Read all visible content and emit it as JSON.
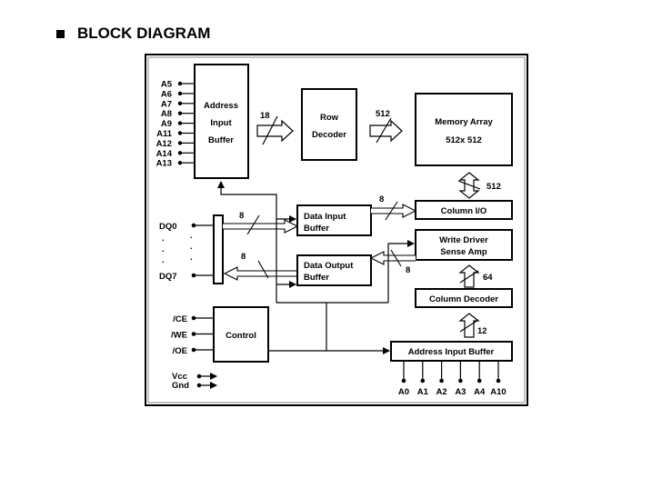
{
  "heading": {
    "bullet": "square-bullet",
    "title": "BLOCK DIAGRAM"
  },
  "blocks": {
    "address_input_buffer_top": [
      "Address",
      "Input",
      "Buffer"
    ],
    "row_decoder": [
      "Row",
      "Decoder"
    ],
    "memory_array": [
      "Memory Array",
      "512x 512"
    ],
    "column_io": "Column I/O",
    "write_driver": [
      "Write Driver",
      "Sense Amp"
    ],
    "data_input_buffer": [
      "Data Input",
      "Buffer"
    ],
    "data_output_buffer": [
      "Data Output",
      "Buffer"
    ],
    "column_decoder": "Column Decoder",
    "control": "Control",
    "address_input_buffer_bottom": "Address Input Buffer"
  },
  "pins": {
    "row_address": [
      "A5",
      "A6",
      "A7",
      "A8",
      "A9",
      "A11",
      "A12",
      "A14",
      "A13"
    ],
    "data": {
      "first": "DQ0",
      "last": "DQ7",
      "ellipsis": "."
    },
    "control": [
      "/CE",
      "/WE",
      "/OE"
    ],
    "power": [
      "Vcc",
      "Gnd"
    ],
    "column_address": [
      "A0",
      "A1",
      "A2",
      "A3",
      "A4",
      "A10"
    ]
  },
  "bus_widths": {
    "row_addr_to_decoder": "18",
    "decoder_to_array": "512",
    "array_to_column_io": "512",
    "data_in_to_column_io": "8",
    "dq_to_data_in": "8",
    "data_out_to_dq": "8",
    "sense_to_data_out": "8",
    "decoder_to_sense": "64",
    "addr_buf_to_col_decoder": "12"
  }
}
